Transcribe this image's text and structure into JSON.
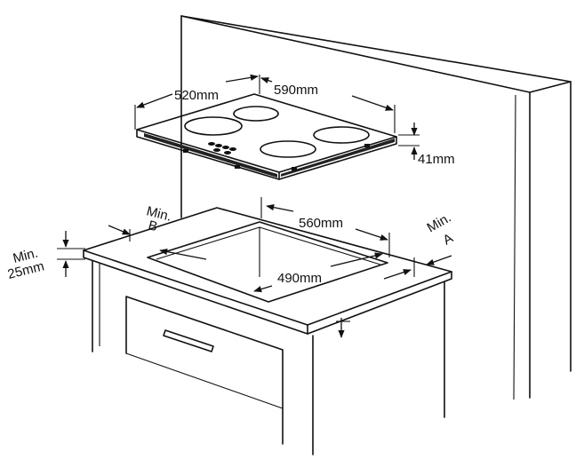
{
  "labels": {
    "hob_depth": "520mm",
    "hob_width": "590mm",
    "hob_height": "41mm",
    "cutout_width": "560mm",
    "cutout_depth": "490mm",
    "min_b_line1": "Min.",
    "min_b_line2": "B",
    "min_a_line1": "Min.",
    "min_a_line2": "A",
    "min_25_line1": "Min.",
    "min_25_line2": "25mm"
  }
}
